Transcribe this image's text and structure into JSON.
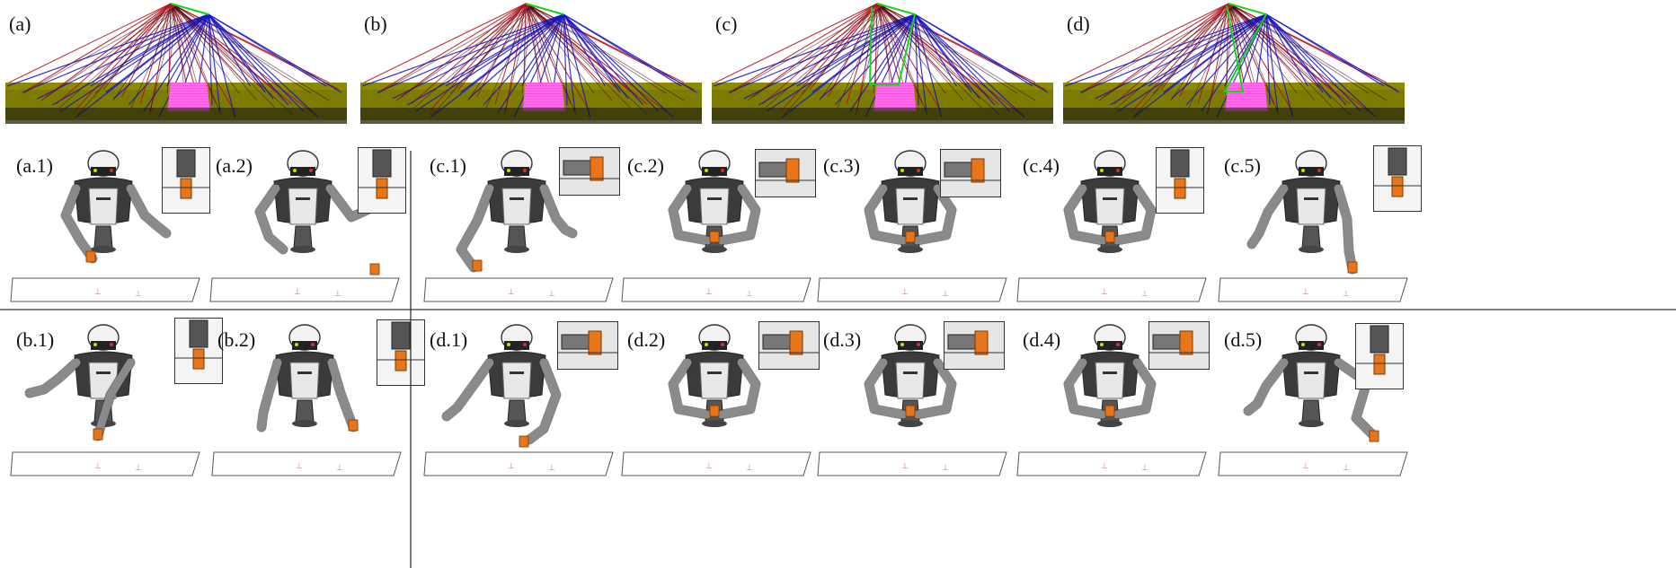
{
  "graph_panels": [
    {
      "label": "(a)"
    },
    {
      "label": "(b)"
    },
    {
      "label": "(c)"
    },
    {
      "label": "(d)"
    }
  ],
  "robot_panels": [
    {
      "label": "(a.1)"
    },
    {
      "label": "(a.2)"
    },
    {
      "label": "(c.1)"
    },
    {
      "label": "(c.2)"
    },
    {
      "label": "(c.3)"
    },
    {
      "label": "(c.4)"
    },
    {
      "label": "(c.5)"
    },
    {
      "label": "(b.1)"
    },
    {
      "label": "(b.2)"
    },
    {
      "label": "(d.1)"
    },
    {
      "label": "(d.2)"
    },
    {
      "label": "(d.3)"
    },
    {
      "label": "(d.4)"
    },
    {
      "label": "(d.5)"
    }
  ],
  "colors": {
    "red_edges": "#b0101a",
    "blue_edges": "#1414c8",
    "green_path": "#18d418",
    "magenta_band": "#ff55e6",
    "olive_plane": "#8c8a00",
    "robot_gray": "#8a8a8a",
    "robot_dark": "#2a2a2a",
    "part_orange": "#e8751a"
  }
}
